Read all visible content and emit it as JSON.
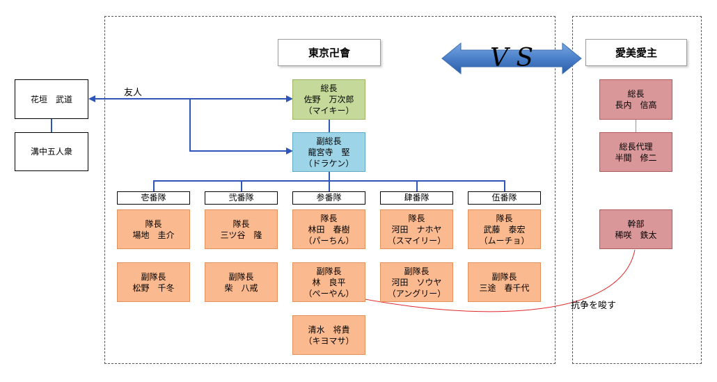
{
  "left": {
    "takemichi": "花垣　武道",
    "mizoguchi": "溝中五人衆",
    "friend_label": "友人"
  },
  "toman": {
    "title": "東京卍會",
    "president": [
      "総長",
      "佐野　万次郎",
      "（マイキー）"
    ],
    "vice": [
      "副総長",
      "龍宮寺　堅",
      "（ドラケン）"
    ],
    "squads": [
      {
        "name": "壱番隊",
        "captain": [
          "隊長",
          "場地　圭介"
        ],
        "vice": [
          "副隊長",
          "松野　千冬"
        ]
      },
      {
        "name": "弐番隊",
        "captain": [
          "隊長",
          "三ツ谷　隆"
        ],
        "vice": [
          "副隊長",
          "柴　八戒"
        ]
      },
      {
        "name": "参番隊",
        "captain": [
          "隊長",
          "林田　春樹",
          "（パーちん）"
        ],
        "vice": [
          "副隊長",
          "林　良平",
          "（ぺーやん）"
        ]
      },
      {
        "name": "肆番隊",
        "captain": [
          "隊長",
          "河田　ナホヤ",
          "（スマイリー）"
        ],
        "vice": [
          "副隊長",
          "河田　ソウヤ",
          "（アングリー）"
        ]
      },
      {
        "name": "伍番隊",
        "captain": [
          "隊長",
          "武藤　泰宏",
          "（ムーチョ）"
        ],
        "vice": [
          "副隊長",
          "三途　春千代"
        ]
      }
    ],
    "extra": [
      "清水　将貴",
      "（キヨマサ）"
    ]
  },
  "vs_label": "V S",
  "aibi": {
    "title": "愛美愛主",
    "president": [
      "総長",
      "長内　信高"
    ],
    "acting": [
      "総長代理",
      "半間　修二"
    ],
    "exec": [
      "幹部",
      "稀咲　鉄太"
    ]
  },
  "conflict_label": "抗争を唆す",
  "colors": {
    "president_fill": "#c5d99b",
    "vice_fill": "#9dd4e8",
    "squad_fill": "#fbb98f",
    "aibi_fill": "#d9979a",
    "connector": "#2e55b8",
    "vs_arrow": "#4a80c9",
    "conflict_arrow": "#e0262a"
  }
}
